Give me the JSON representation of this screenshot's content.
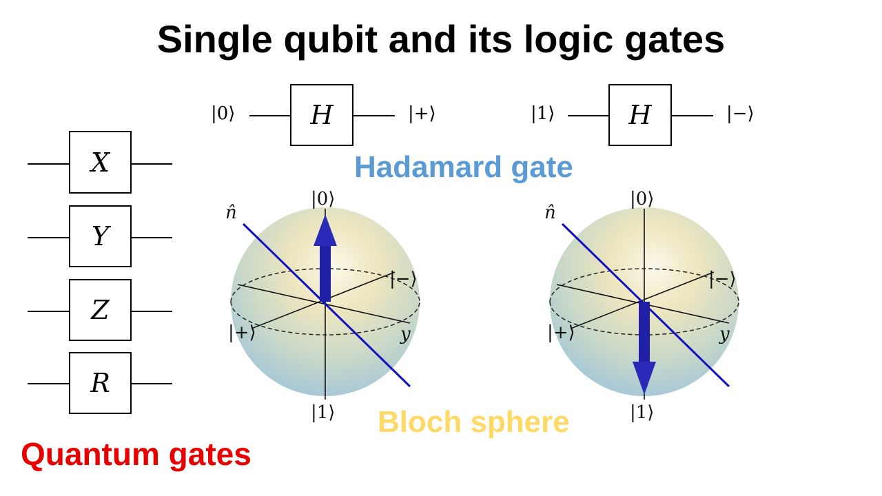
{
  "title": "Single qubit and its logic gates",
  "captions": {
    "hadamard": "Hadamard gate",
    "bloch": "Bloch sphere",
    "quantum": "Quantum gates"
  },
  "colors": {
    "hadamard": "#5b9bd5",
    "bloch": "#ffd966",
    "quantum": "#e60000",
    "arrow": "#1f1fa8",
    "axis_line": "#1010c0"
  },
  "gates": [
    "X",
    "Y",
    "Z",
    "R"
  ],
  "hadamard_circuits": [
    {
      "input": "|0⟩",
      "gate": "H",
      "output": "|+⟩"
    },
    {
      "input": "|1⟩",
      "gate": "H",
      "output": "|−⟩"
    }
  ],
  "bloch_spheres": [
    {
      "top": "|0⟩",
      "bottom": "|1⟩",
      "plus": "|+⟩",
      "minus": "|−⟩",
      "y": "y",
      "n": "n̂",
      "state": "up"
    },
    {
      "top": "|0⟩",
      "bottom": "|1⟩",
      "plus": "|+⟩",
      "minus": "|−⟩",
      "y": "y",
      "n": "n̂",
      "state": "down"
    }
  ]
}
